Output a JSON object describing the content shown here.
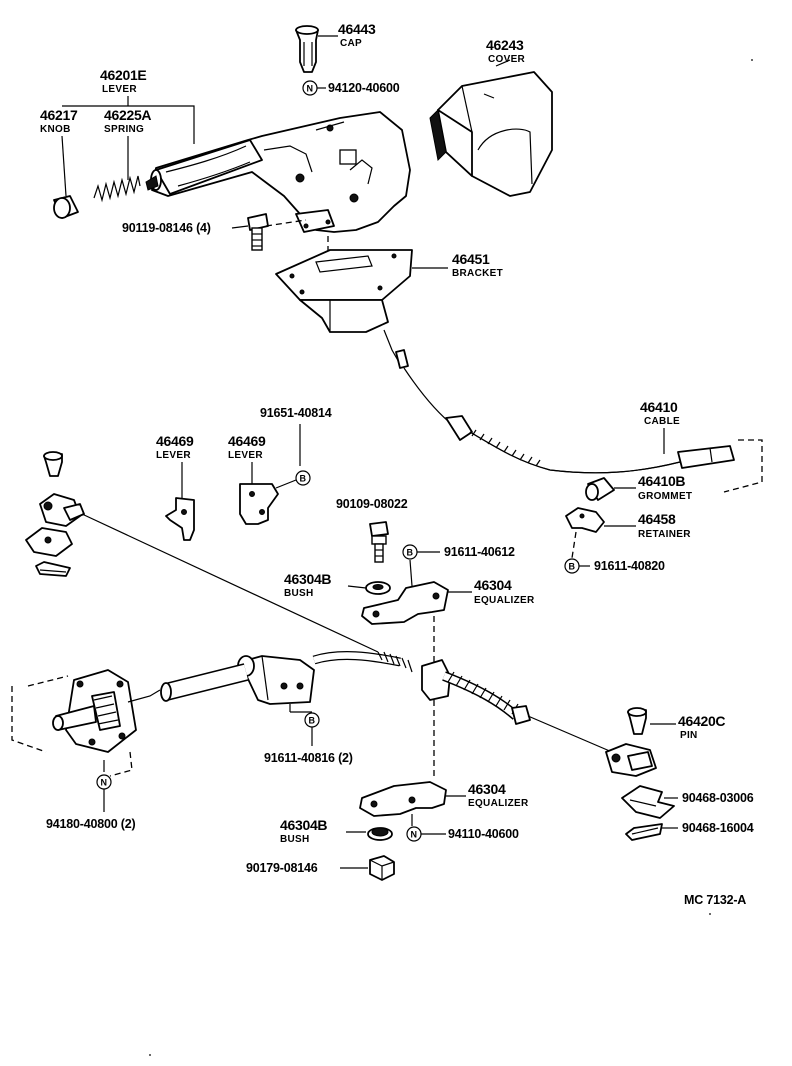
{
  "figure_code": "MC  7132-A",
  "labels": {
    "l46443": {
      "number": "46443",
      "name": "CAP"
    },
    "l94120": {
      "number": "94120-40600",
      "badge": "N"
    },
    "l46243": {
      "number": "46243",
      "name": "COVER"
    },
    "l46201E": {
      "number": "46201E",
      "name": "LEVER"
    },
    "l46217": {
      "number": "46217",
      "name": "KNOB"
    },
    "l46225A": {
      "number": "46225A",
      "name": "SPRING"
    },
    "l90119": {
      "number": "90119-08146 (4)"
    },
    "l46451": {
      "number": "46451",
      "name": "BRACKET"
    },
    "l46410": {
      "number": "46410",
      "name": "CABLE"
    },
    "l91651": {
      "number": "91651-40814",
      "badge": "B"
    },
    "l46469a": {
      "number": "46469",
      "name": "LEVER"
    },
    "l46469b": {
      "number": "46469",
      "name": "LEVER"
    },
    "l46410B": {
      "number": "46410B",
      "name": "GROMMET"
    },
    "l46458": {
      "number": "46458",
      "name": "RETAINER"
    },
    "l91611_820": {
      "number": "91611-40820",
      "badge": "B"
    },
    "l90109": {
      "number": "90109-08022"
    },
    "l91611_612": {
      "number": "91611-40612",
      "badge": "B"
    },
    "l46304B_top": {
      "number": "46304B",
      "name": "BUSH"
    },
    "l46304_top": {
      "number": "46304",
      "name": "EQUALIZER"
    },
    "l46420C": {
      "number": "46420C",
      "name": "PIN"
    },
    "l91611_816": {
      "number": "91611-40816 (2)",
      "badge": "B"
    },
    "l94180": {
      "number": "94180-40800 (2)",
      "badge": "N"
    },
    "l46304_bot": {
      "number": "46304",
      "name": "EQUALIZER"
    },
    "l90468_03006": {
      "number": "90468-03006"
    },
    "l46304B_bot": {
      "number": "46304B",
      "name": "BUSH"
    },
    "l94110": {
      "number": "94110-40600",
      "badge": "N"
    },
    "l90468_16004": {
      "number": "90468-16004"
    },
    "l90179": {
      "number": "90179-08146"
    }
  }
}
